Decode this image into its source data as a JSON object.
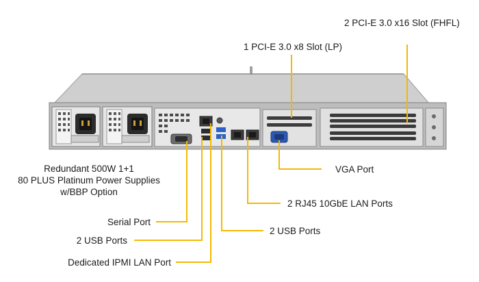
{
  "labels": {
    "pcie_x16": "2 PCI-E 3.0 x16 Slot (FHFL)",
    "pcie_x8": "1 PCI-E 3.0 x8 Slot (LP)",
    "psu_line1": "Redundant 500W 1+1",
    "psu_line2": "80 PLUS Platinum Power Supplies",
    "psu_line3": "w/BBP Option",
    "vga": "VGA Port",
    "lan_10g": "2 RJ45 10GbE LAN Ports",
    "serial": "Serial Port",
    "usb_left": "2 USB Ports",
    "usb_right": "2 USB Ports",
    "ipmi": "Dedicated IPMI LAN Port"
  },
  "colors": {
    "callout": "#f5b800",
    "chassis": "#b9b9b9",
    "chassis_dark": "#8a8a8a",
    "panel": "#e4e4e4",
    "port_dark": "#3a3a3a",
    "usb3_blue": "#2a62c9",
    "vga_blue": "#2d58b0"
  }
}
